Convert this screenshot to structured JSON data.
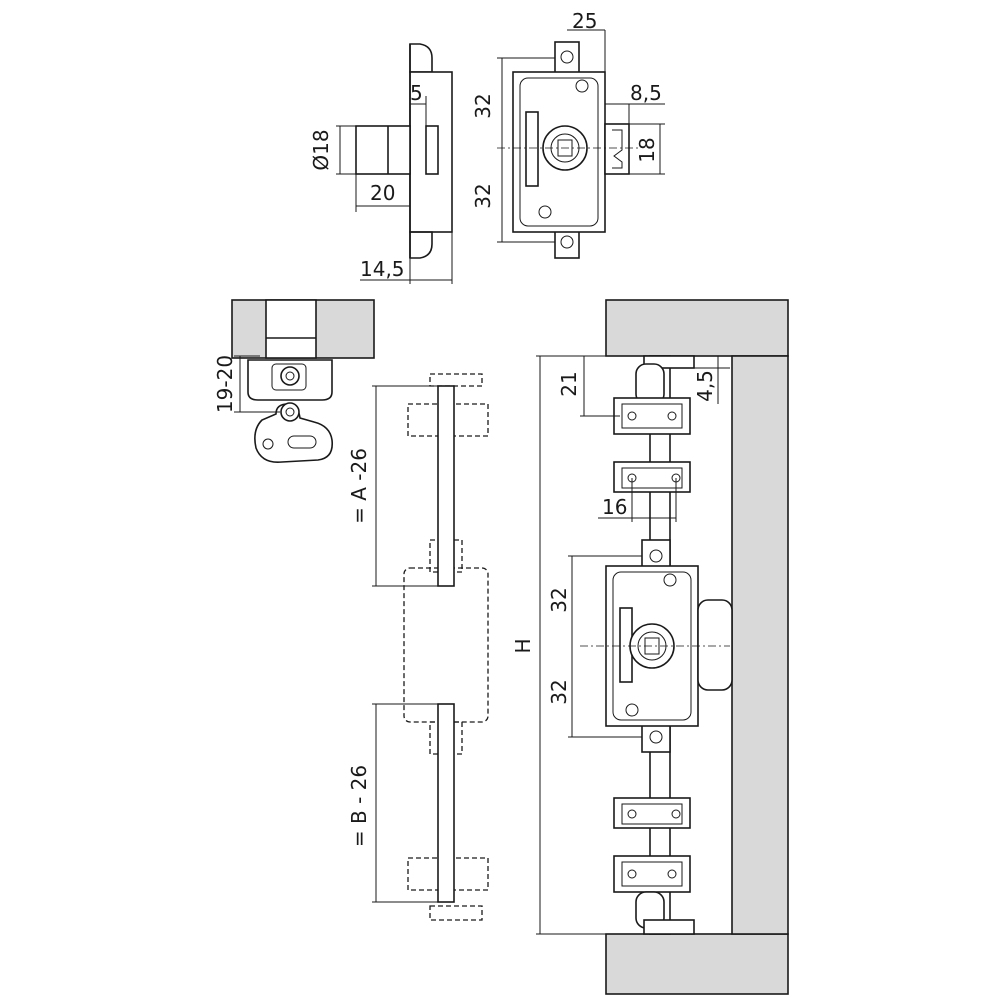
{
  "labels": {
    "dim_25": "25",
    "dim_5": "5",
    "dim_diam18": "Ø18",
    "dim_20": "20",
    "dim_14_5": "14,5",
    "dim_32_top_upper": "32",
    "dim_32_top_lower": "32",
    "dim_8_5": "8,5",
    "dim_18": "18",
    "dim_19_20": "19-20",
    "dim_a_26": "= A -26",
    "dim_b_26": "= B - 26",
    "dim_h": "H",
    "dim_21": "21",
    "dim_4_5": "4,5",
    "dim_16": "16",
    "dim_32_main_upper": "32",
    "dim_32_main_lower": "32"
  }
}
